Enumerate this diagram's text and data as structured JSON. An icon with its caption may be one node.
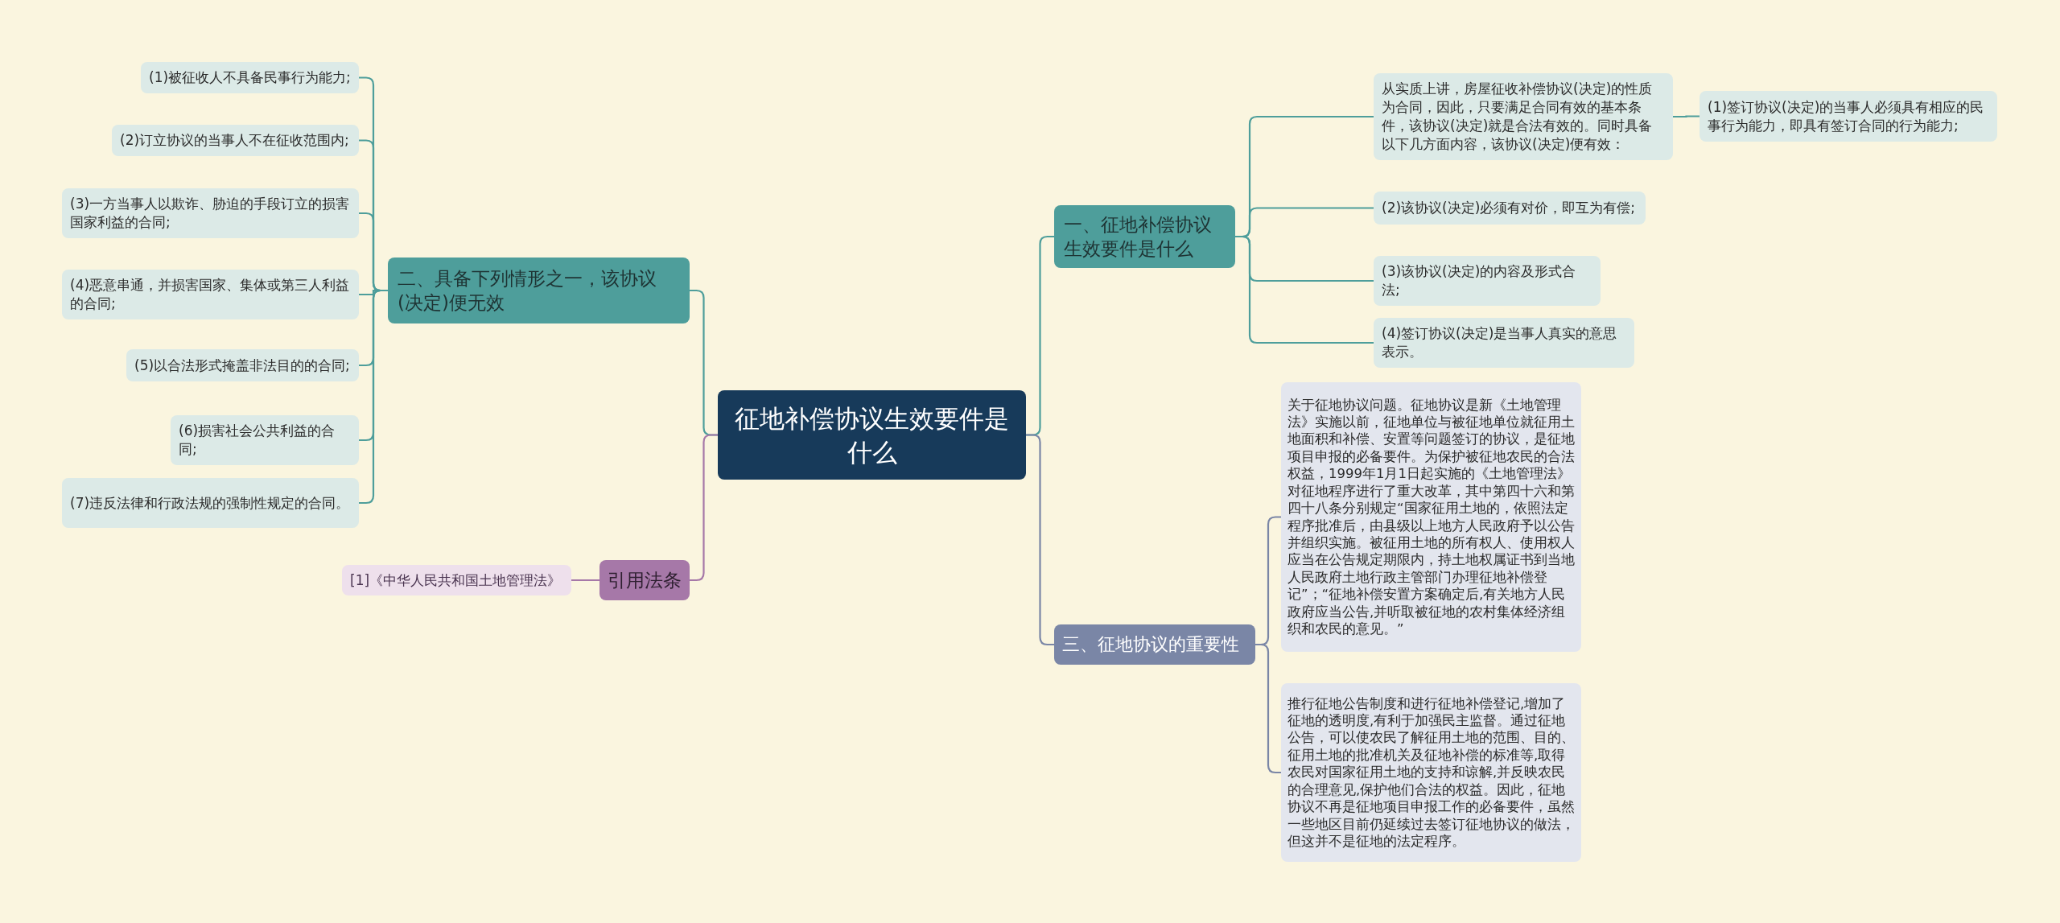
{
  "diagram": {
    "nodes": [
      {
        "text": [
          "征地补偿协议生效要件是什么"
        ]
      },
      {
        "text": [
          "一、征地补偿协议生效要件是什么"
        ]
      },
      {
        "text": [
          "从实质上讲，房屋征收补偿协议(决定)的性质为合同，因此，只要满足合同有效的基本条件，该协议(决定)就是合法有效的。同时具备以下几方面内容，该协议(决定)便有效："
        ]
      },
      {
        "text": [
          "(1)签订协议(决定)的当事人必须具有相应的民事行为能力，即具有签订合同的行为能力;"
        ]
      },
      {
        "text": [
          "(2)该协议(决定)必须有对价，即互为有偿;"
        ]
      },
      {
        "text": [
          "(3)该协议(决定)的内容及形式合法;"
        ]
      },
      {
        "text": [
          "(4)签订协议(决定)是当事人真实的意思表示。"
        ]
      },
      {
        "text": [
          "二、具备下列情形之一，该协议(决定)便无效"
        ]
      },
      {
        "text": [
          "(1)被征收人不具备民事行为能力;"
        ]
      },
      {
        "text": [
          "(2)订立协议的当事人不在征收范围内;"
        ]
      },
      {
        "text": [
          "(3)一方当事人以欺诈、胁迫的手段订立的损害国家利益的合同;"
        ]
      },
      {
        "text": [
          "(4)恶意串通，并损害国家、集体或第三人利益的合同;"
        ]
      },
      {
        "text": [
          "(5)以合法形式掩盖非法目的的合同;"
        ]
      },
      {
        "text": [
          "(6)损害社会公共利益的合同;"
        ]
      },
      {
        "text": [
          "(7)违反法律和行政法规的强制性规定的合同。"
        ]
      },
      {
        "text": [
          "引用法条"
        ]
      },
      {
        "text": [
          "[1]《中华人民共和国土地管理法》"
        ]
      },
      {
        "text": [
          "三、征地协议的重要性"
        ]
      },
      {
        "text": [
          "关于征地协议问题。征地协议是新《土地管理法》实施以前，征地单位与被征地单位就征用土地面积和补偿、安置等问题签订的协议，是征地项目申报的必备要件。为保护被征地农民的合法权益，1999年1月1日起实施的《土地管理法》对征地程序进行了重大改革，其中第四十六和第四十八条分别规定“国家征用土地的，依照法定程序批准后，由县级以上地方人民政府予以公告并组织实施。被征用土地的所有权人、使用权人应当在公告规定期限内，持土地权属证书到当地人民政府土地行政主管部门办理征地补偿登记”；“征地补偿安置方案确定后,有关地方人民政府应当公告,并听取被征地的农村集体经济组织和农民的意见。”"
        ]
      },
      {
        "text": [
          "推行征地公告制度和进行征地补偿登记,增加了征地的透明度,有利于加强民主监督。通过征地公告，可以使农民了解征用土地的范围、目的、征用土地的批准机关及征地补偿的标准等,取得农民对国家征用土地的支持和谅解,并反映农民的合理意见,保护他们合法的权益。因此，征地协议不再是征地项目申报工作的必备要件，虽然一些地区目前仍延续过去签订征地协议的做法，但这并不是征地的法定程序。"
        ]
      }
    ],
    "edges": [
      {
        "from": 0,
        "to": 1,
        "arrow": "none"
      },
      {
        "from": 1,
        "to": 2,
        "arrow": "none"
      },
      {
        "from": 2,
        "to": 3,
        "arrow": "none"
      },
      {
        "from": 1,
        "to": 4,
        "arrow": "none"
      },
      {
        "from": 1,
        "to": 5,
        "arrow": "none"
      },
      {
        "from": 1,
        "to": 6,
        "arrow": "none"
      },
      {
        "from": 0,
        "to": 7,
        "arrow": "none"
      },
      {
        "from": 7,
        "to": 8,
        "arrow": "none"
      },
      {
        "from": 7,
        "to": 9,
        "arrow": "none"
      },
      {
        "from": 7,
        "to": 10,
        "arrow": "none"
      },
      {
        "from": 7,
        "to": 11,
        "arrow": "none"
      },
      {
        "from": 7,
        "to": 12,
        "arrow": "none"
      },
      {
        "from": 7,
        "to": 13,
        "arrow": "none"
      },
      {
        "from": 7,
        "to": 14,
        "arrow": "none"
      },
      {
        "from": 0,
        "to": 15,
        "arrow": "none",
        "color": "#a678a8"
      },
      {
        "from": 15,
        "to": 16,
        "arrow": "none",
        "color": "#a678a8"
      },
      {
        "from": 0,
        "to": 17,
        "arrow": "none",
        "color": "#7a86a6"
      },
      {
        "from": 17,
        "to": 18,
        "arrow": "none",
        "color": "#7a86a6"
      },
      {
        "from": 17,
        "to": 19,
        "arrow": "none",
        "color": "#7a86a6"
      }
    ]
  }
}
